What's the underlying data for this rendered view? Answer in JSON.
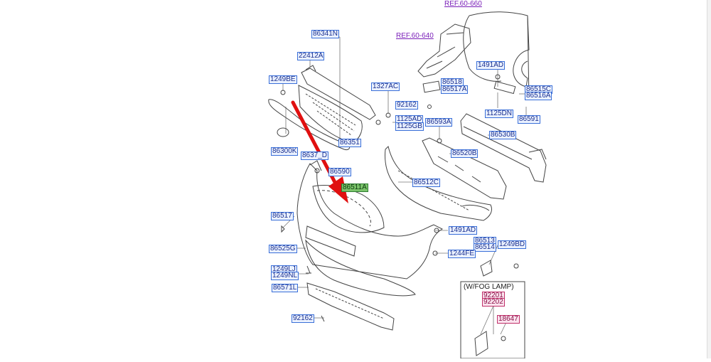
{
  "diagram": {
    "refs": [
      "REF.60-660",
      "REF.60-640"
    ],
    "labels": {
      "l86341N": "86341N",
      "l22412A": "22412A",
      "l1249BE": "1249BE",
      "l1327AC": "1327AC",
      "l92162a": "92162",
      "l1125AD": "1125AD",
      "l1125GB": "1125GB",
      "l86351": "86351",
      "l86300K": "86300K",
      "l8637D": "8637_D",
      "l86590": "86590",
      "l86511A": "86511A",
      "l86518": "86518",
      "l86517A": "86517A",
      "l1491ADa": "1491AD",
      "l86515C": "86515C",
      "l86516A": "86516A",
      "l1125DN": "1125DN",
      "l86591": "86591",
      "l86593A": "86593A",
      "l86530B": "86530B",
      "l86520B": "86520B",
      "l86512C": "86512C",
      "l86517": "86517",
      "l86525G": "86525G",
      "l1491ADb": "1491AD",
      "l86513": "86513",
      "l86514": "86514",
      "l1249BD": "1249BD",
      "l1244FE": "1244FE",
      "l1249LJ": "1249LJ",
      "l1249NL": "1249NL",
      "l86571L": "86571L",
      "l92162b": "92162",
      "l92201": "92201",
      "l92202": "92202",
      "l18647": "18647"
    },
    "fog_lamp_box_title": "(W/FOG LAMP)"
  },
  "colors": {
    "label_border": "#3a6fd8",
    "label_text": "#1a2f8f",
    "ref_text": "#7a1fb8",
    "pink_label": "#c0306a",
    "green_label": "#7ac36a",
    "arrow": "#e01010",
    "line_art": "#444444"
  }
}
